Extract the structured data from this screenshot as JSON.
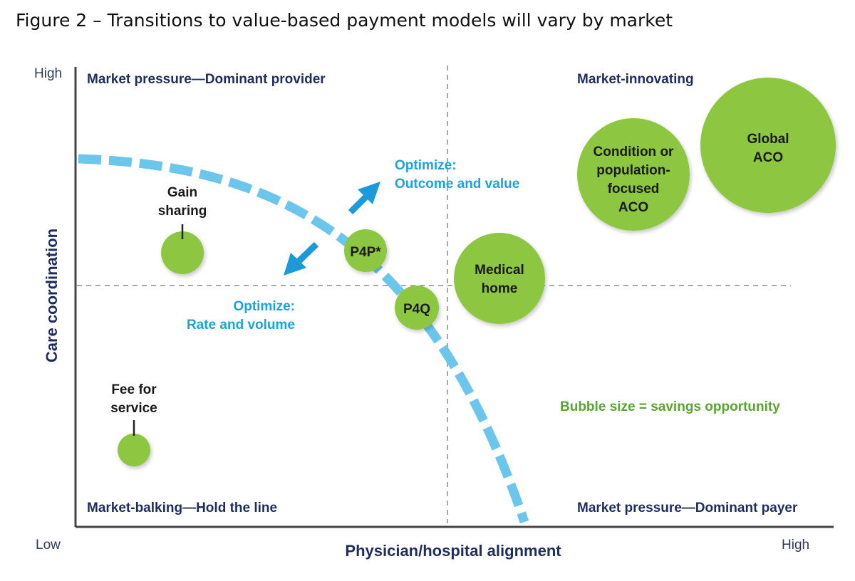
{
  "figure": {
    "title": "Figure 2 – Transitions to value-based payment models will vary by market"
  },
  "axes": {
    "y_title": "Care coordination",
    "y_high": "High",
    "x_title": "Physician/hospital alignment",
    "x_low": "Low",
    "x_high": "High"
  },
  "quadrants": {
    "top_left": "Market pressure—Dominant provider",
    "top_right": "Market-innovating",
    "bottom_left": "Market-balking—Hold the line",
    "bottom_right": "Market pressure—Dominant payer"
  },
  "arrows": {
    "up_line1": "Optimize:",
    "up_line2": "Outcome and value",
    "down_line1": "Optimize:",
    "down_line2": "Rate and volume"
  },
  "legend_note": "Bubble size = savings opportunity",
  "bubbles": {
    "fee_for_service": {
      "line1": "Fee for",
      "line2": "service"
    },
    "gain_sharing": {
      "line1": "Gain",
      "line2": "sharing"
    },
    "p4p": "P4P*",
    "p4q": "P4Q",
    "medical_home": {
      "line1": "Medical",
      "line2": "home"
    },
    "condition_aco": {
      "line1": "Condition or",
      "line2": "population-",
      "line3": "focused",
      "line4": "ACO"
    },
    "global_aco": {
      "line1": "Global",
      "line2": "ACO"
    }
  },
  "colors": {
    "bubble": "#8dc63f",
    "curve": "#6cc6ec",
    "arrow": "#1a9ad8",
    "axis_text": "#1f2d5c",
    "blue_text": "#1ea2dc",
    "green_text": "#58a52f"
  }
}
